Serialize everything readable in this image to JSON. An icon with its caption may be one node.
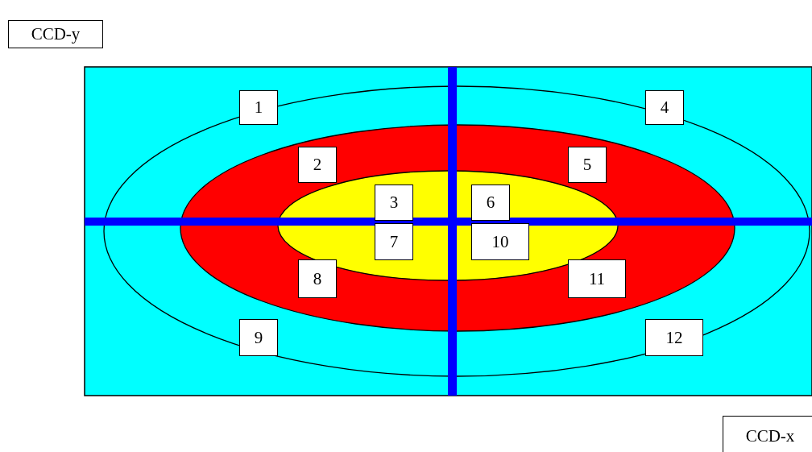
{
  "diagram": {
    "nodes": [
      {
        "text": [
          "CCD-y"
        ]
      },
      {
        "text": [
          "1"
        ]
      },
      {
        "text": [
          "4"
        ]
      },
      {
        "text": [
          "2"
        ]
      },
      {
        "text": [
          "5"
        ]
      },
      {
        "text": [
          "3"
        ]
      },
      {
        "text": [
          "6"
        ]
      },
      {
        "text": [
          "7"
        ]
      },
      {
        "text": [
          "10"
        ]
      },
      {
        "text": [
          "8"
        ]
      },
      {
        "text": [
          "11"
        ]
      },
      {
        "text": [
          "9"
        ]
      },
      {
        "text": [
          "12"
        ]
      },
      {
        "text": [
          "CCD-x"
        ]
      }
    ]
  }
}
